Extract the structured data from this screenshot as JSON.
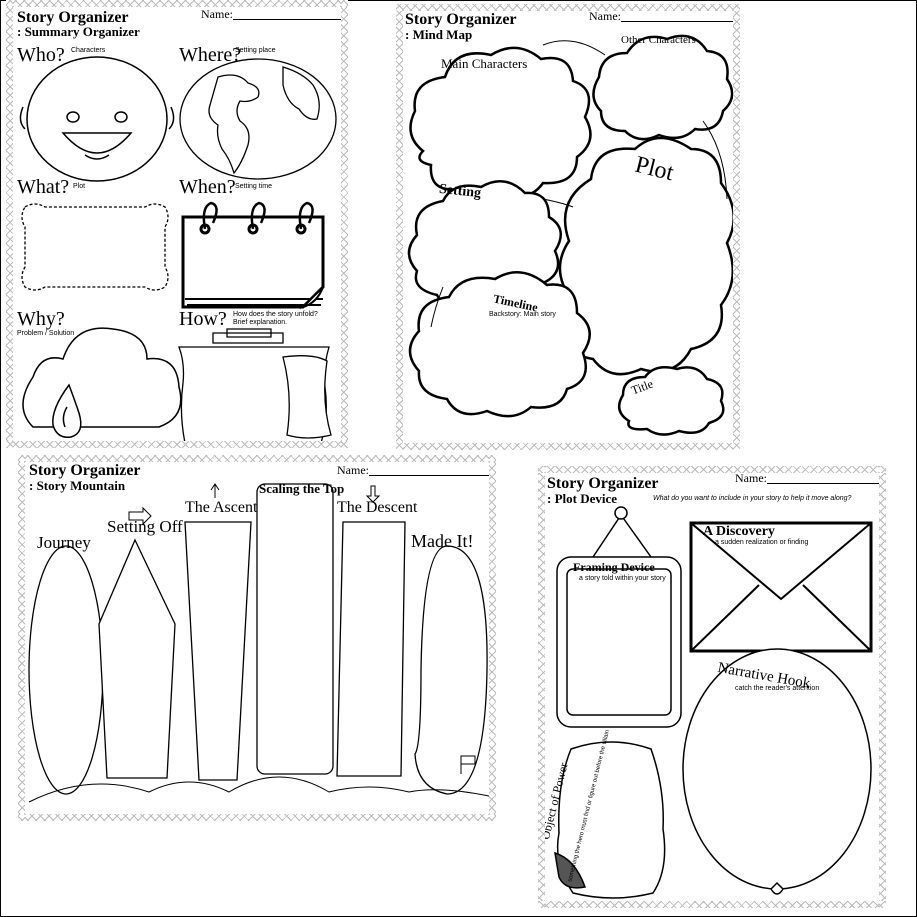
{
  "name_label": "Name:",
  "summary": {
    "title": "Story Organizer",
    "subtitle": ": Summary Organizer",
    "who": "Who?",
    "who_hint": "Characters",
    "where": "Where?",
    "where_hint": "Setting place",
    "what": "What?",
    "what_hint": "Plot",
    "when": "When?",
    "when_hint": "Setting time",
    "why": "Why?",
    "why_hint": "Problem / Solution",
    "how": "How?",
    "how_hint1": "How does the story unfold?",
    "how_hint2": "Brief explanation."
  },
  "mindmap": {
    "title": "Story Organizer",
    "subtitle": ": Mind Map",
    "main_characters": "Main Characters",
    "other_characters": "Other Characters",
    "setting": "Setting",
    "plot": "Plot",
    "timeline": "Timeline",
    "timeline_hint": "Backstory: Main story",
    "title_label": "Title"
  },
  "mountain": {
    "title": "Story Organizer",
    "subtitle": ": Story Mountain",
    "journey": "Journey",
    "setting_off": "Setting Off",
    "ascent": "The Ascent",
    "scaling": "Scaling the Top",
    "descent": "The Descent",
    "made_it": "Made It!"
  },
  "plotdevice": {
    "title": "Story Organizer",
    "subtitle": ": Plot Device",
    "prompt": "What do you want to include in your story to help it move along?",
    "discovery": "A Discovery",
    "discovery_hint": "a sudden realization or finding",
    "framing": "Framing Device",
    "framing_hint": "a story told within your story",
    "hook": "Narrative Hook",
    "hook_hint": "catch the reader's attention",
    "power": "Object of Power",
    "power_hint": "something the hero must find or figure out before the villain"
  }
}
